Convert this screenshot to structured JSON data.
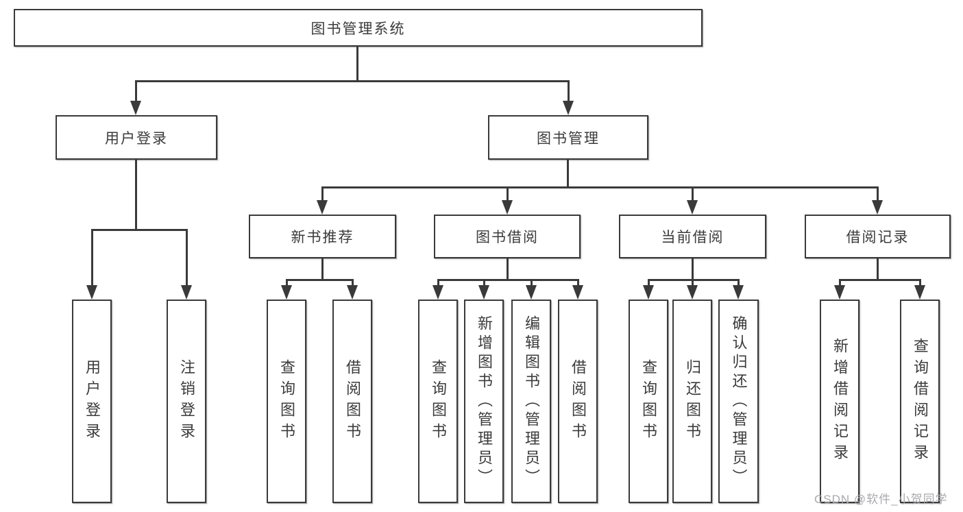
{
  "diagram": {
    "title": "图书管理系统",
    "level2": {
      "user_login_group": "用户登录",
      "book_mgmt": "图书管理"
    },
    "level3": {
      "new_book_rec": "新书推荐",
      "book_borrow": "图书借阅",
      "current_borrow": "当前借阅",
      "borrow_records": "借阅记录"
    },
    "leaves": {
      "user_login": "用户登录",
      "logout": "注销登录",
      "nbr_query_book": "查询图书",
      "nbr_borrow_book": "借阅图书",
      "bb_query_book": "查询图书",
      "bb_add_book": "新增图书（管理员）",
      "bb_edit_book": "编辑图书（管理员）",
      "bb_borrow_book": "借阅图书",
      "cb_query_book": "查询图书",
      "cb_return_book": "归还图书",
      "cb_confirm_return": "确认归还（管理员）",
      "br_add_record": "新增借阅记录",
      "br_query_record": "查询借阅记录"
    }
  },
  "watermark": {
    "text": "CSDN @软件_小贺同学"
  },
  "colors": {
    "line": "#3a3a3a",
    "text": "#3b3b3b",
    "watermark": "#a9a9ad",
    "background": "#ffffff"
  }
}
